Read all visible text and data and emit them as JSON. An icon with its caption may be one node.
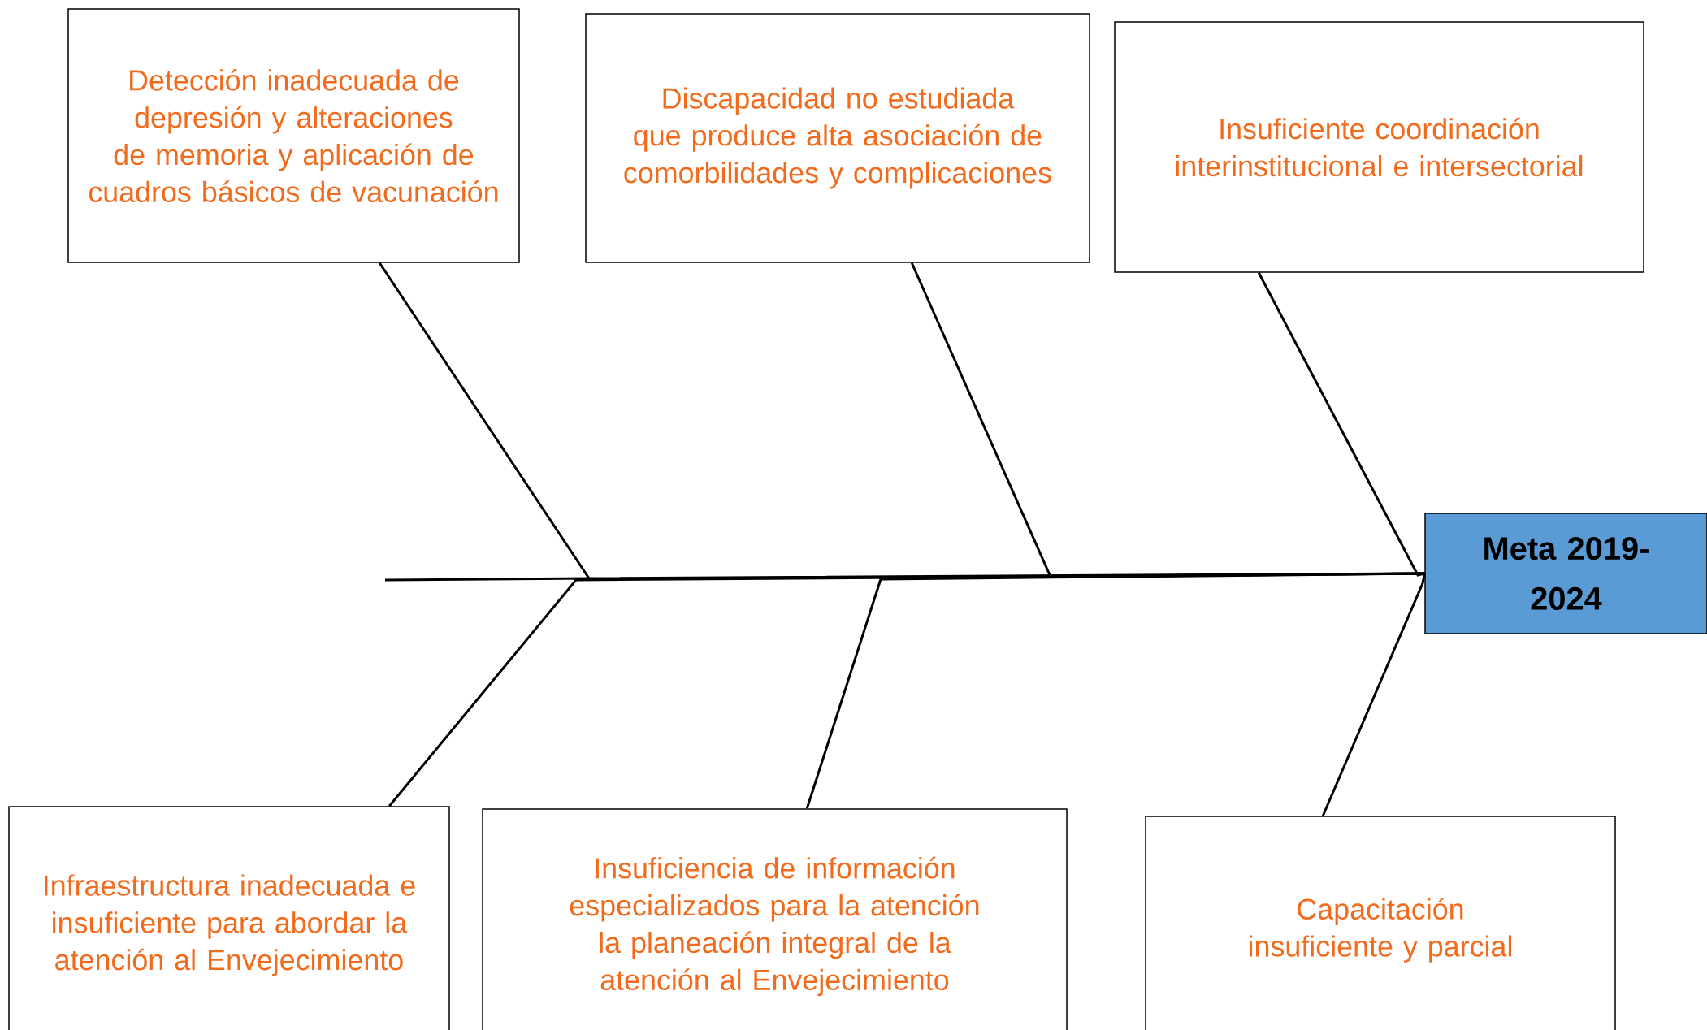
{
  "diagram": {
    "nodes": [
      {
        "text": [
          "Detección inadecuada de depresión y alteraciones de memoria y aplicación de cuadros básicos de vacunación"
        ]
      },
      {
        "text": [
          "Discapacidad no estudiada que produce alta asociación de comorbilidades y complicaciones"
        ]
      },
      {
        "text": [
          "Insuficiente coordinación interinstitucional e intersectorial"
        ]
      },
      {
        "text": [
          "Meta 2019-2024"
        ]
      },
      {
        "text": [
          "Infraestructura inadecuada e insuficiente para abordar la atención al Envejecimiento"
        ]
      },
      {
        "text": [
          "Insuficiencia de información especializados para la atención la planeación integral de la atención al Envejecimiento"
        ]
      },
      {
        "text": [
          "Capacitación insuficiente y parcial"
        ]
      }
    ],
    "edges": [
      {
        "from": 0,
        "to": 3,
        "arrow": "none"
      },
      {
        "from": 1,
        "to": 3,
        "arrow": "none"
      },
      {
        "from": 2,
        "to": 3,
        "arrow": "none"
      },
      {
        "from": 4,
        "to": 3,
        "arrow": "none"
      },
      {
        "from": 5,
        "to": 3,
        "arrow": "none"
      },
      {
        "from": 6,
        "to": 3,
        "arrow": "none"
      }
    ]
  }
}
